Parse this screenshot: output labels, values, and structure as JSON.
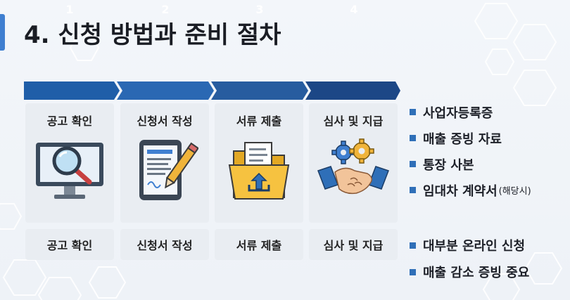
{
  "title": "4. 신청 방법과 준비 절차",
  "colors": {
    "step1": "#1f5ea8",
    "step2": "#2a68b3",
    "step3": "#275c9f",
    "step4": "#1c4786",
    "bullet": "#2f6fb8"
  },
  "steps": [
    {
      "num": "1",
      "title": "공고 확인",
      "icon": "monitor-magnifier-icon",
      "bottom": "공고 확인"
    },
    {
      "num": "2",
      "title": "신청서 작성",
      "icon": "tablet-pencil-icon",
      "bottom": "신청서 작성"
    },
    {
      "num": "3",
      "title": "서류 제출",
      "icon": "folder-upload-icon",
      "bottom": "서류 제출"
    },
    {
      "num": "4",
      "title": "심사 및 지급",
      "icon": "gears-handshake-icon",
      "bottom": "심사 및 지급"
    }
  ],
  "requirements": [
    {
      "text": "사업자등록증"
    },
    {
      "text": "매출 증빙 자료"
    },
    {
      "text": "통장 사본"
    },
    {
      "text": "임대차 계약서",
      "note": "(해당시)"
    }
  ],
  "notes": [
    {
      "text": "대부분 온라인 신청"
    },
    {
      "text": "매출 감소 증빙 중요"
    }
  ]
}
